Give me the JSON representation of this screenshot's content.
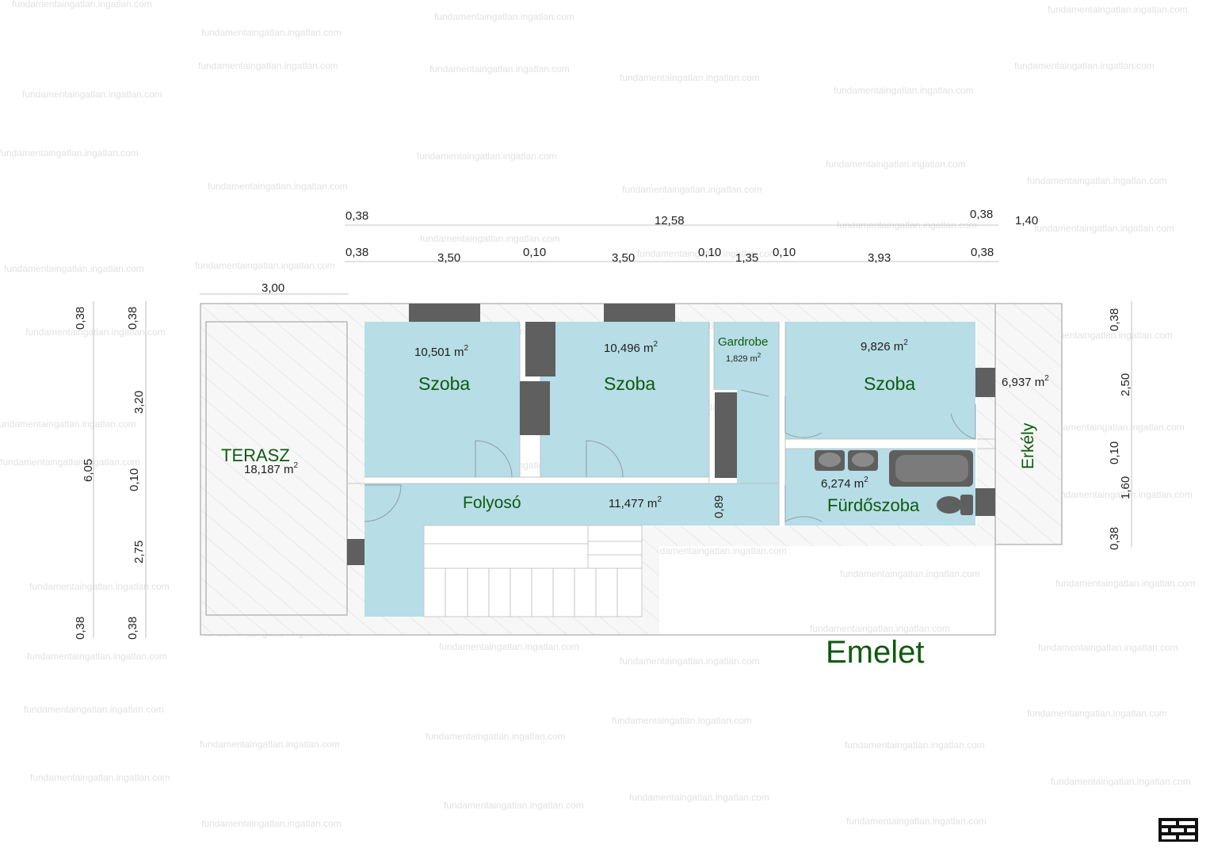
{
  "watermark": "fundamentaingatlan.ingatlan.com",
  "colors": {
    "room_fill": "#b7dde6",
    "room_label": "#0f5a0f",
    "title": "#0f5a0f",
    "window": "#5f5f5f"
  },
  "title": "Emelet",
  "rooms": {
    "szoba1": {
      "name": "Szoba",
      "area": "10,501 m",
      "sup": "2"
    },
    "szoba2": {
      "name": "Szoba",
      "area": "10,496 m",
      "sup": "2"
    },
    "gardrobe": {
      "name": "Gardrobe",
      "area": "1,829 m",
      "sup": "2"
    },
    "szoba3": {
      "name": "Szoba",
      "area": "9,826 m",
      "sup": "2"
    },
    "erkely": {
      "name": "Erkély",
      "area": "6,937 m",
      "sup": "2"
    },
    "terasz": {
      "name": "TERASZ",
      "area": "18,187 m",
      "sup": "2"
    },
    "folyoso": {
      "name": "Folyosó",
      "area": "11,477 m",
      "sup": "2"
    },
    "furdoszoba": {
      "name": "Fürdőszoba",
      "area": "6,274 m",
      "sup": "2"
    }
  },
  "dims": {
    "top_outer": {
      "left": "0,38",
      "total": "12,58",
      "right": "0,38",
      "balcony": "1,40"
    },
    "top_inner": [
      "0,38",
      "3,50",
      "0,10",
      "3,50",
      "0,10",
      "1,35",
      "0,10",
      "3,93",
      "0,38"
    ],
    "terrace_width": "3,00",
    "left_outer": {
      "top": "0,38",
      "total": "6,05",
      "bottom": "0,38"
    },
    "left_inner": [
      "0,38",
      "3,20",
      "0,10",
      "2,75",
      "0,38"
    ],
    "right": [
      "0,38",
      "2,50",
      "0,10",
      "1,60",
      "0,38"
    ],
    "corridor_door": "0,89"
  }
}
